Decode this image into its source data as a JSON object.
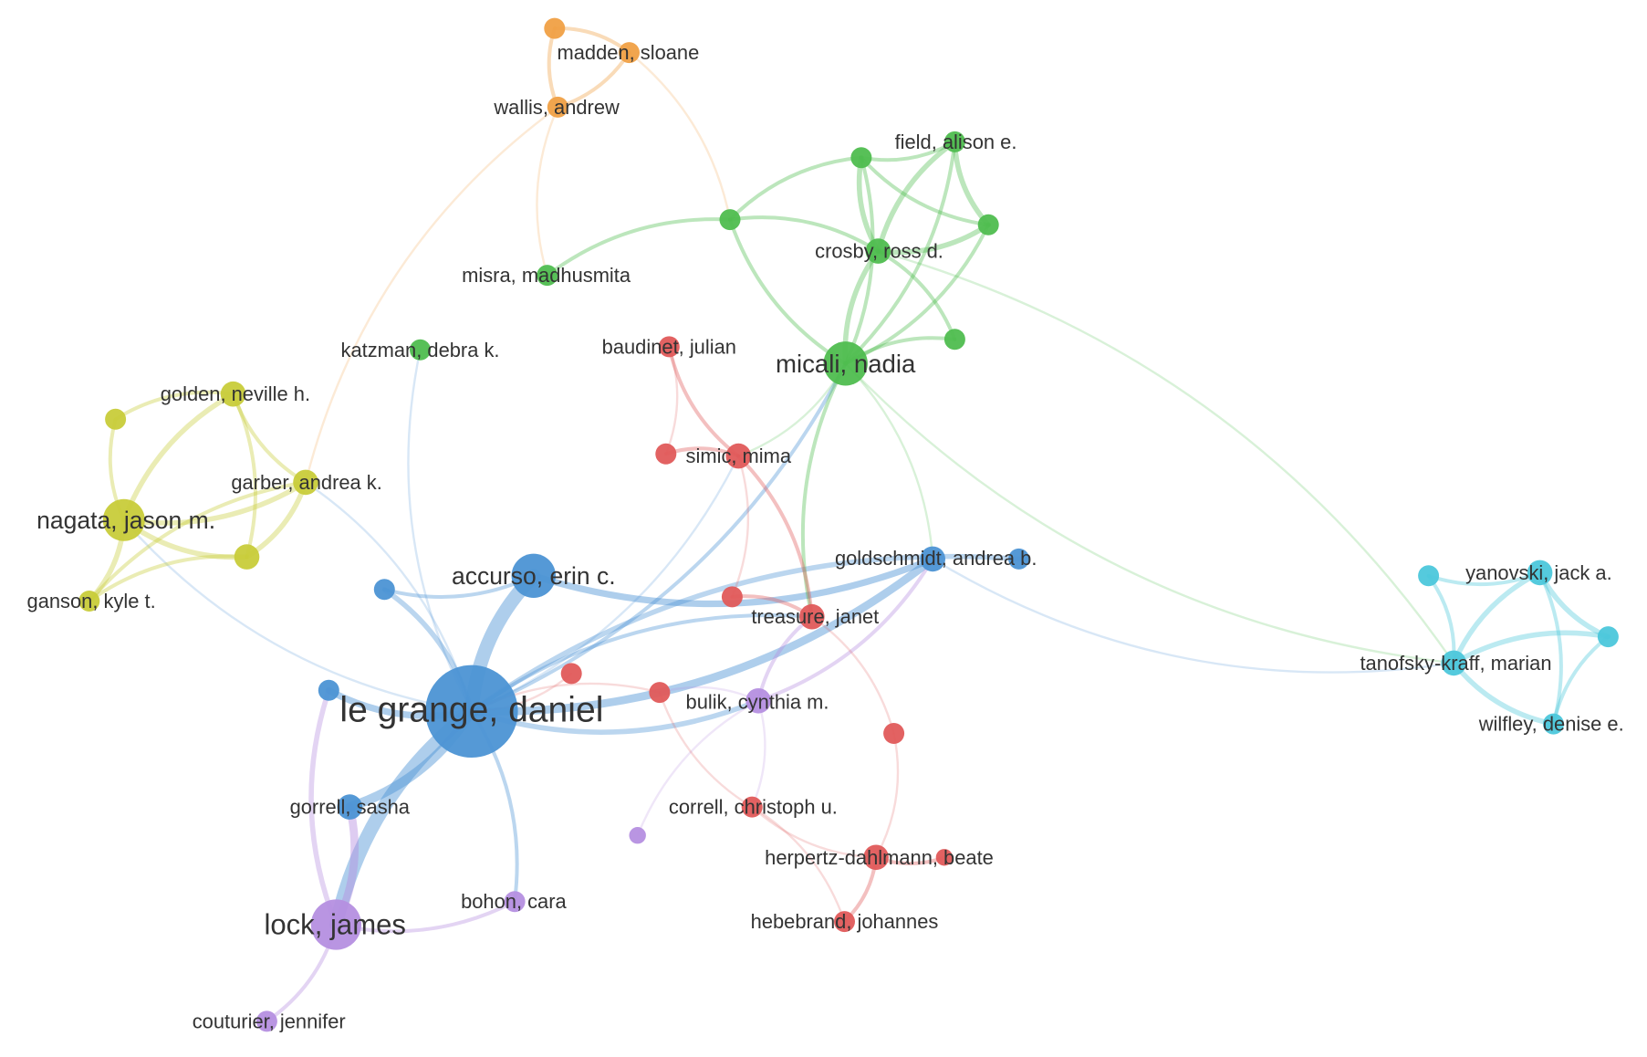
{
  "colors": {
    "red": "#e05a5a",
    "green": "#4fbd4f",
    "blue": "#4c93d4",
    "yellow": "#c8cc3a",
    "purple": "#b58fe0",
    "cyan": "#4cc7db",
    "orange": "#f0a045"
  },
  "nodes": [
    {
      "id": "legrange",
      "label": "le grange, daniel",
      "cluster": "blue",
      "weight": 10
    },
    {
      "id": "accurso",
      "label": "accurso, erin c.",
      "cluster": "blue",
      "weight": 4
    },
    {
      "id": "goldschmidt",
      "label": "goldschmidt, andrea b.",
      "cluster": "blue",
      "weight": 3
    },
    {
      "id": "gorrell",
      "label": "gorrell, sasha",
      "cluster": "blue",
      "weight": 3
    },
    {
      "id": "blue_a",
      "label": "",
      "cluster": "blue",
      "weight": 2
    },
    {
      "id": "blue_b",
      "label": "",
      "cluster": "blue",
      "weight": 2
    },
    {
      "id": "blue_c",
      "label": "",
      "cluster": "blue",
      "weight": 2
    },
    {
      "id": "lock",
      "label": "lock, james",
      "cluster": "purple",
      "weight": 5
    },
    {
      "id": "bulik",
      "label": "bulik, cynthia m.",
      "cluster": "purple",
      "weight": 3
    },
    {
      "id": "bohon",
      "label": "bohon, cara",
      "cluster": "purple",
      "weight": 2
    },
    {
      "id": "couturier",
      "label": "couturier, jennifer",
      "cluster": "purple",
      "weight": 2
    },
    {
      "id": "purple_a",
      "label": "",
      "cluster": "purple",
      "weight": 1
    },
    {
      "id": "micali",
      "label": "micali, nadia",
      "cluster": "green",
      "weight": 5
    },
    {
      "id": "crosby",
      "label": "crosby, ross d.",
      "cluster": "green",
      "weight": 3
    },
    {
      "id": "field",
      "label": "field, alison e.",
      "cluster": "green",
      "weight": 2
    },
    {
      "id": "misra",
      "label": "misra, madhusmita",
      "cluster": "green",
      "weight": 2
    },
    {
      "id": "katzman",
      "label": "katzman, debra k.",
      "cluster": "green",
      "weight": 2
    },
    {
      "id": "green_a",
      "label": "",
      "cluster": "green",
      "weight": 2
    },
    {
      "id": "green_b",
      "label": "",
      "cluster": "green",
      "weight": 2
    },
    {
      "id": "green_c",
      "label": "",
      "cluster": "green",
      "weight": 2
    },
    {
      "id": "green_d",
      "label": "",
      "cluster": "green",
      "weight": 2
    },
    {
      "id": "simic",
      "label": "simic, mima",
      "cluster": "red",
      "weight": 3
    },
    {
      "id": "baudinet",
      "label": "baudinet, julian",
      "cluster": "red",
      "weight": 2
    },
    {
      "id": "treasure",
      "label": "treasure, janet",
      "cluster": "red",
      "weight": 3
    },
    {
      "id": "herpertz",
      "label": "herpertz-dahlmann, beate",
      "cluster": "red",
      "weight": 3
    },
    {
      "id": "hebebrand",
      "label": "hebebrand, johannes",
      "cluster": "red",
      "weight": 2
    },
    {
      "id": "correll",
      "label": "correll, christoph u.",
      "cluster": "red",
      "weight": 2
    },
    {
      "id": "red_a",
      "label": "",
      "cluster": "red",
      "weight": 2
    },
    {
      "id": "red_b",
      "label": "",
      "cluster": "red",
      "weight": 2
    },
    {
      "id": "red_c",
      "label": "",
      "cluster": "red",
      "weight": 2
    },
    {
      "id": "red_d",
      "label": "",
      "cluster": "red",
      "weight": 2
    },
    {
      "id": "red_e",
      "label": "",
      "cluster": "red",
      "weight": 2
    },
    {
      "id": "red_f",
      "label": "",
      "cluster": "red",
      "weight": 1
    },
    {
      "id": "nagata",
      "label": "nagata, jason m.",
      "cluster": "yellow",
      "weight": 4
    },
    {
      "id": "golden",
      "label": "golden, neville h.",
      "cluster": "yellow",
      "weight": 3
    },
    {
      "id": "garber",
      "label": "garber, andrea k.",
      "cluster": "yellow",
      "weight": 3
    },
    {
      "id": "ganson",
      "label": "ganson, kyle t.",
      "cluster": "yellow",
      "weight": 2
    },
    {
      "id": "yellow_a",
      "label": "",
      "cluster": "yellow",
      "weight": 3
    },
    {
      "id": "yellow_b",
      "label": "",
      "cluster": "yellow",
      "weight": 2
    },
    {
      "id": "yanovski",
      "label": "yanovski, jack a.",
      "cluster": "cyan",
      "weight": 3
    },
    {
      "id": "tanofsky",
      "label": "tanofsky-kraff, marian",
      "cluster": "cyan",
      "weight": 3
    },
    {
      "id": "wilfley",
      "label": "wilfley, denise e.",
      "cluster": "cyan",
      "weight": 2
    },
    {
      "id": "cyan_a",
      "label": "",
      "cluster": "cyan",
      "weight": 2
    },
    {
      "id": "cyan_b",
      "label": "",
      "cluster": "cyan",
      "weight": 2
    },
    {
      "id": "madden",
      "label": "madden, sloane",
      "cluster": "orange",
      "weight": 2
    },
    {
      "id": "wallis",
      "label": "wallis, andrew",
      "cluster": "orange",
      "weight": 2
    },
    {
      "id": "orange_a",
      "label": "",
      "cluster": "orange",
      "weight": 2
    }
  ],
  "edges": [
    [
      "legrange",
      "accurso",
      9
    ],
    [
      "legrange",
      "lock",
      9
    ],
    [
      "legrange",
      "gorrell",
      6
    ],
    [
      "legrange",
      "goldschmidt",
      5
    ],
    [
      "legrange",
      "blue_a",
      4
    ],
    [
      "legrange",
      "blue_b",
      3
    ],
    [
      "legrange",
      "blue_c",
      3
    ],
    [
      "lock",
      "gorrell",
      5
    ],
    [
      "lock",
      "blue_a",
      3
    ],
    [
      "accurso",
      "goldschmidt",
      4
    ],
    [
      "accurso",
      "blue_b",
      2
    ],
    [
      "legrange",
      "bulik",
      3
    ],
    [
      "legrange",
      "bohon",
      2
    ],
    [
      "lock",
      "bohon",
      2
    ],
    [
      "lock",
      "couturier",
      2
    ],
    [
      "legrange",
      "micali",
      2
    ],
    [
      "legrange",
      "treasure",
      2
    ],
    [
      "legrange",
      "simic",
      1
    ],
    [
      "legrange",
      "nagata",
      1
    ],
    [
      "legrange",
      "garber",
      1
    ],
    [
      "legrange",
      "katzman",
      1
    ],
    [
      "bulik",
      "goldschmidt",
      2
    ],
    [
      "bulik",
      "treasure",
      2
    ],
    [
      "bulik",
      "purple_a",
      1
    ],
    [
      "bulik",
      "correll",
      1
    ],
    [
      "bulik",
      "red_b",
      1
    ],
    [
      "micali",
      "crosby",
      3
    ],
    [
      "micali",
      "field",
      2
    ],
    [
      "micali",
      "green_a",
      2
    ],
    [
      "micali",
      "green_c",
      2
    ],
    [
      "micali",
      "green_d",
      2
    ],
    [
      "micali",
      "green_b",
      2
    ],
    [
      "crosby",
      "field",
      3
    ],
    [
      "crosby",
      "green_a",
      2
    ],
    [
      "crosby",
      "green_b",
      3
    ],
    [
      "crosby",
      "green_c",
      3
    ],
    [
      "crosby",
      "green_d",
      2
    ],
    [
      "field",
      "green_c",
      3
    ],
    [
      "field",
      "green_b",
      2
    ],
    [
      "green_b",
      "green_c",
      2
    ],
    [
      "green_a",
      "green_b",
      2
    ],
    [
      "green_a",
      "misra",
      2
    ],
    [
      "micali",
      "goldschmidt",
      1
    ],
    [
      "micali",
      "treasure",
      2
    ],
    [
      "micali",
      "simic",
      1
    ],
    [
      "micali",
      "tanofsky",
      1
    ],
    [
      "crosby",
      "tanofsky",
      1
    ],
    [
      "baudinet",
      "simic",
      2
    ],
    [
      "baudinet",
      "red_c",
      1
    ],
    [
      "simic",
      "red_c",
      2
    ],
    [
      "simic",
      "treasure",
      2
    ],
    [
      "treasure",
      "red_a",
      2
    ],
    [
      "treasure",
      "red_e",
      1
    ],
    [
      "red_a",
      "simic",
      1
    ],
    [
      "herpertz",
      "hebebrand",
      2
    ],
    [
      "herpertz",
      "red_f",
      2
    ],
    [
      "herpertz",
      "correll",
      1
    ],
    [
      "herpertz",
      "red_e",
      1
    ],
    [
      "correll",
      "red_b",
      1
    ],
    [
      "hebebrand",
      "correll",
      1
    ],
    [
      "red_d",
      "legrange",
      1
    ],
    [
      "red_b",
      "legrange",
      1
    ],
    [
      "nagata",
      "golden",
      3
    ],
    [
      "nagata",
      "garber",
      3
    ],
    [
      "nagata",
      "ganson",
      3
    ],
    [
      "nagata",
      "yellow_a",
      3
    ],
    [
      "nagata",
      "yellow_b",
      2
    ],
    [
      "golden",
      "garber",
      2
    ],
    [
      "golden",
      "yellow_a",
      2
    ],
    [
      "golden",
      "yellow_b",
      2
    ],
    [
      "garber",
      "yellow_a",
      3
    ],
    [
      "garber",
      "ganson",
      2
    ],
    [
      "ganson",
      "yellow_a",
      2
    ],
    [
      "yanovski",
      "tanofsky",
      3
    ],
    [
      "yanovski",
      "wilfley",
      2
    ],
    [
      "yanovski",
      "cyan_b",
      3
    ],
    [
      "yanovski",
      "cyan_a",
      2
    ],
    [
      "tanofsky",
      "wilfley",
      3
    ],
    [
      "tanofsky",
      "cyan_b",
      3
    ],
    [
      "tanofsky",
      "cyan_a",
      2
    ],
    [
      "wilfley",
      "cyan_b",
      2
    ],
    [
      "goldschmidt",
      "tanofsky",
      1
    ],
    [
      "madden",
      "wallis",
      2
    ],
    [
      "madden",
      "orange_a",
      2
    ],
    [
      "wallis",
      "orange_a",
      2
    ],
    [
      "wallis",
      "misra",
      1
    ],
    [
      "madden",
      "green_a",
      1
    ],
    [
      "wallis",
      "garber",
      1
    ]
  ]
}
